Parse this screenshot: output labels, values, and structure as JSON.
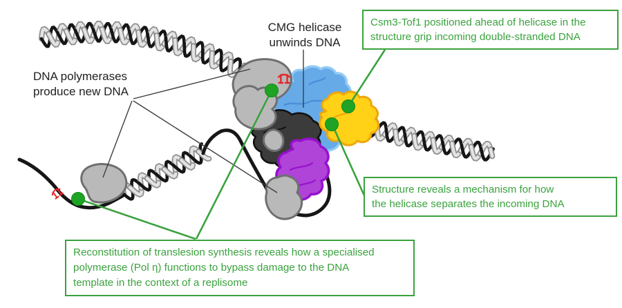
{
  "figure": {
    "background": "#ffffff",
    "labels": {
      "cmg_helicase": "CMG helicase\nunwinds DNA",
      "dna_polymerases": "DNA polymerases\nproduce new DNA"
    },
    "callouts": {
      "csm3_tof1": "Csm3-Tof1 positioned ahead of helicase in the\nstructure grip incoming double-stranded DNA",
      "helicase_mechanism": "Structure reveals a mechanism for how\nthe helicase separates the incoming DNA",
      "translesion": "Reconstitution of translesion synthesis reveals how a specialised\npolymerase (Pol η) functions to bypass damage to the DNA\ntemplate in the context of a replisome"
    },
    "icons": {
      "damage_pin": "red pi-shaped pin marking DNA damage on the template strand",
      "interaction_dot": "green filled circle marking a site referenced by a callout"
    }
  },
  "colors": {
    "annotation_green": "#3aa23e",
    "interaction_dot_green": "#1fa325",
    "cmg_blue": "#67aae8",
    "cmg_blue_light": "#93cbf5",
    "cmg_blue_dark": "#4a90d9",
    "csm3_tof1_yellow": "#ffd117",
    "csm3_outline": "#eda70c",
    "pol_eta_purple": "#b044d8",
    "pol_eta_outline": "#9612cc",
    "polymerase_gray": "#b9b9b9",
    "polymerase_outline": "#6f6f6f",
    "dark_subunit_gray": "#3b3b3b",
    "dark_subunit_outline": "#111111",
    "strand_black": "#161616",
    "helix_gray": "#8f8f8f",
    "helix_gray_light": "#e3e3e3",
    "pointer_line_gray": "#3d3d3d",
    "damage_red": "#e5262c",
    "text_black": "#232020"
  }
}
